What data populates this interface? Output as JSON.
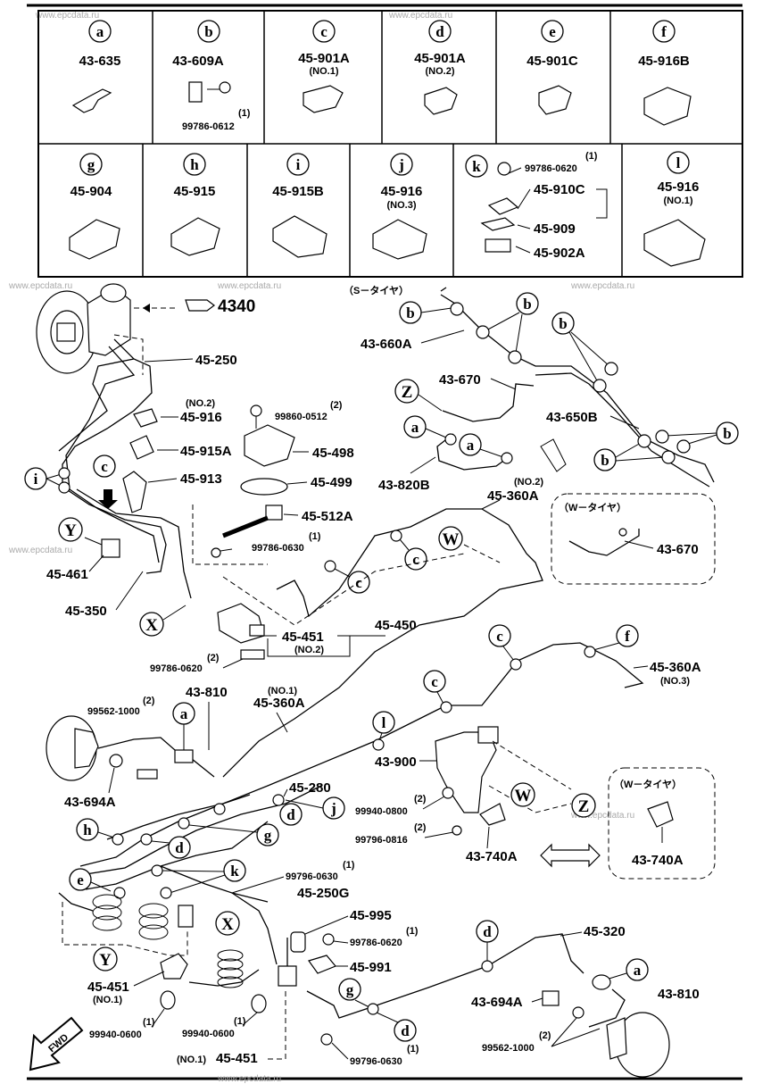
{
  "watermark": "www.epcdata.ru",
  "table_row1": [
    {
      "letter": "a",
      "part": "43-635",
      "sub": "",
      "extra": ""
    },
    {
      "letter": "b",
      "part": "43-609A",
      "sub": "",
      "extra": "99786-0612",
      "extra_qty": "(1)"
    },
    {
      "letter": "c",
      "part": "45-901A",
      "sub": "(NO.1)",
      "extra": ""
    },
    {
      "letter": "d",
      "part": "45-901A",
      "sub": "(NO.2)",
      "extra": ""
    },
    {
      "letter": "e",
      "part": "45-901C",
      "sub": "",
      "extra": ""
    },
    {
      "letter": "f",
      "part": "45-916B",
      "sub": "",
      "extra": ""
    }
  ],
  "table_row2": [
    {
      "letter": "g",
      "part": "45-904",
      "sub": ""
    },
    {
      "letter": "h",
      "part": "45-915",
      "sub": ""
    },
    {
      "letter": "i",
      "part": "45-915B",
      "sub": ""
    },
    {
      "letter": "j",
      "part": "45-916",
      "sub": "(NO.3)"
    },
    {
      "letter": "k",
      "part": "",
      "sub": "",
      "items": [
        {
          "part": "99786-0620",
          "qty": "(1)"
        },
        {
          "part": "45-910C"
        },
        {
          "part": "45-909"
        },
        {
          "part": "45-902A"
        }
      ]
    },
    {
      "letter": "l",
      "part": "45-916",
      "sub": "(NO.1)"
    }
  ],
  "labels": {
    "ref_4340": "4340",
    "s_tire": "（S－タイヤ）",
    "w_tire1": "（W－タイヤ）",
    "w_tire2": "（W－タイヤ）",
    "p45_250": "45-250",
    "p45_916_no2_qty": "(NO.2)",
    "p45_916": "45-916",
    "p99860_qty": "(2)",
    "p99860": "99860-0512",
    "p45_915A": "45-915A",
    "p45_498": "45-498",
    "p45_913": "45-913",
    "p45_499": "45-499",
    "p45_512A": "45-512A",
    "p99786_0630_qty": "(1)",
    "p99786_0630": "99786-0630",
    "p45_461": "45-461",
    "p45_350": "45-350",
    "p43_660A": "43-660A",
    "p43_670": "43-670",
    "p43_650B": "43-650B",
    "p43_820B": "43-820B",
    "p45_360A_no2_qty": "(NO.2)",
    "p45_360A_a": "45-360A",
    "p43_670_w": "43-670",
    "p45_451_no2": "45-451",
    "p45_451_no2_qty": "(NO.2)",
    "p45_450": "45-450",
    "p99786_0620_qty": "(2)",
    "p99786_0620": "99786-0620",
    "p45_360A_no3": "45-360A",
    "p45_360A_no3_qty": "(NO.3)",
    "p99562_a_qty": "(2)",
    "p99562_a": "99562-1000",
    "p43_810_a": "43-810",
    "p45_360A_no1_qty": "(NO.1)",
    "p45_360A_no1": "45-360A",
    "p43_900": "43-900",
    "p43_694A_a": "43-694A",
    "p45_280": "45-280",
    "p99940_0800_qty": "(2)",
    "p99940_0800": "99940-0800",
    "p99796_0816_qty": "(2)",
    "p99796_0816": "99796-0816",
    "p43_740A": "43-740A",
    "p43_740A_w": "43-740A",
    "p99796_0630_qty": "(1)",
    "p99796_0630": "99796-0630",
    "p45_250G": "45-250G",
    "p45_995": "45-995",
    "p99786_0620b_qty": "(1)",
    "p99786_0620b": "99786-0620",
    "p45_991": "45-991",
    "p45_320": "45-320",
    "p45_451_no1": "45-451",
    "p45_451_no1_qty": "(NO.1)",
    "p43_810_b": "43-810",
    "p43_694A_b": "43-694A",
    "p99940_0600a_qty": "(1)",
    "p99940_0600a": "99940-0600",
    "p99940_0600b_qty": "(1)",
    "p99940_0600b": "99940-0600",
    "p45_451_bottom_qty": "(NO.1)",
    "p45_451_bottom": "45-451",
    "p99796_0630b_qty": "(1)",
    "p99796_0630b": "99796-0630",
    "p99562_b_qty": "(2)",
    "p99562_b": "99562-1000",
    "fwd": "FWD"
  },
  "callouts": {
    "b1": "b",
    "b2": "b",
    "b3": "b",
    "b4": "b",
    "b5": "b",
    "Z1": "Z",
    "Z2": "Z",
    "a1": "a",
    "a2": "a",
    "a3": "a",
    "a4": "a",
    "i1": "i",
    "c1": "c",
    "c2": "c",
    "c3": "c",
    "c4": "c",
    "c5": "c",
    "Y1": "Y",
    "Y2": "Y",
    "X1": "X",
    "X2": "X",
    "W1": "W",
    "W2": "W",
    "f1": "f",
    "l1": "l",
    "h1": "h",
    "j1": "j",
    "g1": "g",
    "g2": "g",
    "d1": "d",
    "d2": "d",
    "d3": "d",
    "d4": "d",
    "e1": "e",
    "k1": "k"
  }
}
